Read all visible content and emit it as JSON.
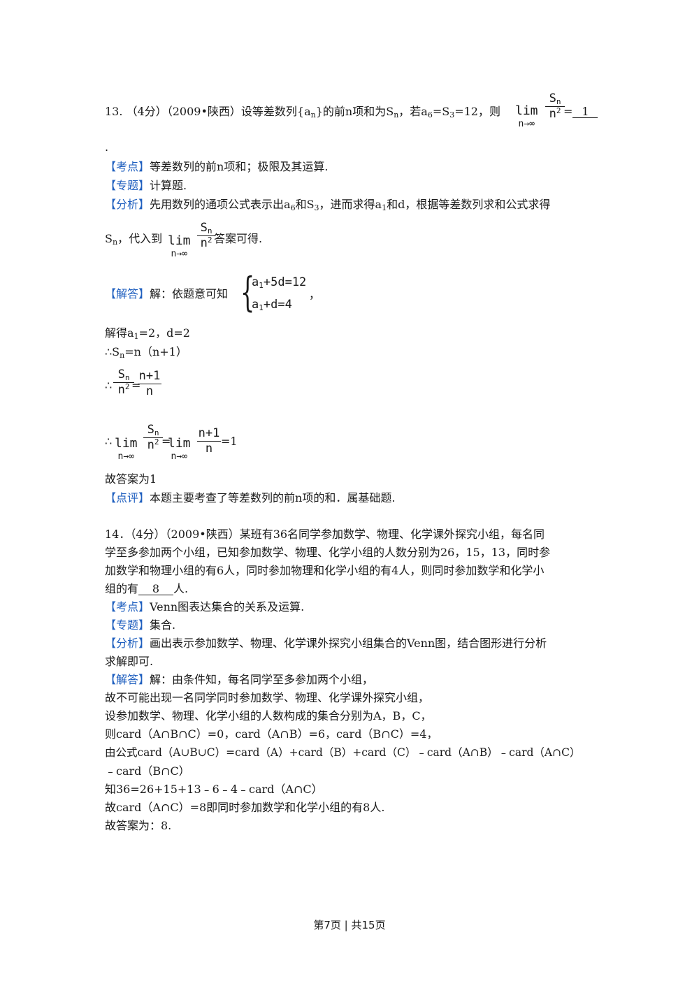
{
  "q13": {
    "number": "13.",
    "score": "（4分）",
    "source": "（2009•陕西）",
    "stem_a": "设等差数列{a",
    "stem_a_sub": "n",
    "stem_b": "}的前n项和为S",
    "stem_b_sub": "n",
    "stem_c": "，若a",
    "stem_c_sub": "6",
    "stem_d": "=S",
    "stem_d_sub": "3",
    "stem_e": "=12，则",
    "lim_word": "lim",
    "lim_under": "n→∞",
    "frac_num": "S",
    "frac_num_sub": "n",
    "frac_den": "n",
    "frac_den_sup": "2",
    "equals": "=",
    "answer": "1",
    "trail_dot": ".",
    "kaodian_tag": "【考点】",
    "kaodian_text": "等差数列的前n项和；极限及其运算.",
    "zhuanti_tag": "【专题】",
    "zhuanti_text": "计算题.",
    "fenxi_tag": "【分析】",
    "fenxi_a": "先用数列的通项公式表示出a",
    "fenxi_a_sub": "6",
    "fenxi_b": "和S",
    "fenxi_b_sub": "3",
    "fenxi_c": "，进而求得a",
    "fenxi_c_sub": "1",
    "fenxi_d": "和d，根据等差数列求和公式求得",
    "fenxi2_a": "S",
    "fenxi2_a_sub": "n",
    "fenxi2_b": "，代入到",
    "fenxi2_c": "答案可得.",
    "jieda_tag": "【解答】",
    "jieda_text": "解：依题意可知",
    "sys_line1_a": "a",
    "sys_line1_sub": "1",
    "sys_line1_b": "+5d=12",
    "sys_line2_a": "a",
    "sys_line2_sub": "1",
    "sys_line2_b": "+d=4",
    "sys_comma": "，",
    "sol1_a": "解得a",
    "sol1_sub": "1",
    "sol1_b": "=2，d=2",
    "sol2_a": "∴S",
    "sol2_sub": "n",
    "sol2_b": "=n（n+1）",
    "therefore": "∴",
    "frac2_num": "n+1",
    "frac2_den": "n",
    "result_eq": "=1",
    "conclusion": "故答案为1",
    "dianping_tag": "【点评】",
    "dianping_text": "本题主要考查了等差数列的前n项的和．属基础题."
  },
  "q14": {
    "line1": "14．（4分）（2009•陕西）某班有36名同学参加数学、物理、化学课外探究小组，每名同",
    "line2": "学至多参加两个小组，已知参加数学、物理、化学小组的人数分别为26，15，13，同时参",
    "line3": "加数学和物理小组的有6人，同时参加物理和化学小组的有4人，则同时参加数学和化学小",
    "line4_a": "组的有",
    "answer": "8",
    "line4_b": "人.",
    "kaodian_tag": "【考点】",
    "kaodian_text": "Venn图表达集合的关系及运算.",
    "zhuanti_tag": "【专题】",
    "zhuanti_text": "集合.",
    "fenxi_tag": "【分析】",
    "fenxi_text": "画出表示参加数学、物理、化学课外探究小组集合的Venn图，结合图形进行分析",
    "fenxi_text2": "求解即可.",
    "jieda_tag": "【解答】",
    "jieda_text": "解：由条件知，每名同学至多参加两个小组，",
    "s1": "故不可能出现一名同学同时参加数学、物理、化学课外探究小组，",
    "s2": "设参加数学、物理、化学小组的人数构成的集合分别为A，B，C，",
    "s3": "则card（A∩B∩C）=0，card（A∩B）=6，card（B∩C）=4，",
    "s4": "由公式card（A∪B∪C）=card（A）+card（B）+card（C）﹣card（A∩B）﹣card（A∩C）",
    "s5": "﹣card（B∩C）",
    "s6": "知36=26+15+13﹣6﹣4﹣card（A∩C）",
    "s7": "故card（A∩C）=8即同时参加数学和化学小组的有8人.",
    "s8": "故答案为：8."
  },
  "footer": {
    "text": "第7页 | 共15页"
  },
  "colors": {
    "tag": "#1f5fbf",
    "text": "#1a1a1a"
  }
}
